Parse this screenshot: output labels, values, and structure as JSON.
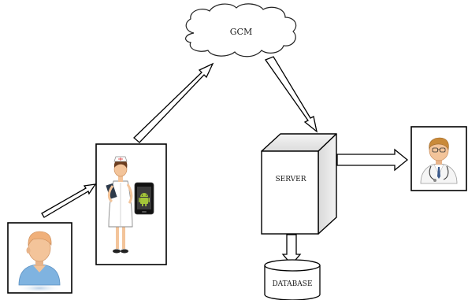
{
  "diagram": {
    "nodes": {
      "gcm": {
        "label": "GCM"
      },
      "server": {
        "label": "SERVER"
      },
      "database": {
        "label": "DATABASE"
      }
    },
    "icons": [
      "patient-icon",
      "nurse-icon",
      "android-phone-icon",
      "doctor-icon"
    ],
    "colors": {
      "line": "#000000",
      "server_front": "#ffffff",
      "server_side": "#e9e9e9",
      "skin": "#f3c49a",
      "shirt": "#7fb3e0",
      "doctor_hair": "#c98a3a"
    }
  }
}
